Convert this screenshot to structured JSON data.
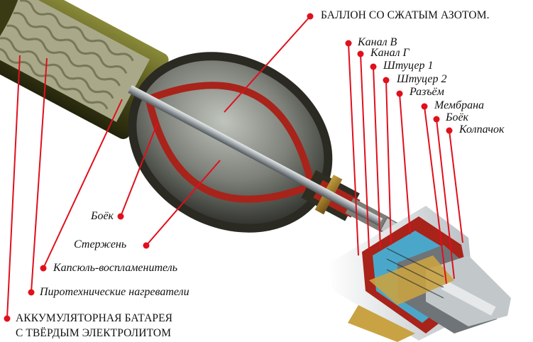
{
  "labels": {
    "cylinder": "БАЛЛОН СО СЖАТЫМ АЗОТОМ.",
    "channel_v": "Канал В",
    "channel_g": "Канал Г",
    "fitting_1": "Штуцер 1",
    "fitting_2": "Штуцер 2",
    "connector": "Разъём",
    "membrane": "Мембрана",
    "striker_right": "Боёк",
    "cap": "Колпачок",
    "striker_left": "Боёк",
    "rod": "Стержень",
    "primer": "Капсюль-воспламенитель",
    "heaters": "Пиротехнические нагреватели",
    "battery_line1": "АККУМУЛЯТОРНАЯ БАТАРЕЯ",
    "battery_line2": "С ТВЁРДЫМ ЭЛЕКТРОЛИТОМ"
  },
  "colors": {
    "leader": "#e0101c",
    "casing": "#5a5a1e",
    "cutaway_red": "#a8231a",
    "cutaway_blue": "#4aa7c9",
    "steel": "#9aa1a6"
  }
}
